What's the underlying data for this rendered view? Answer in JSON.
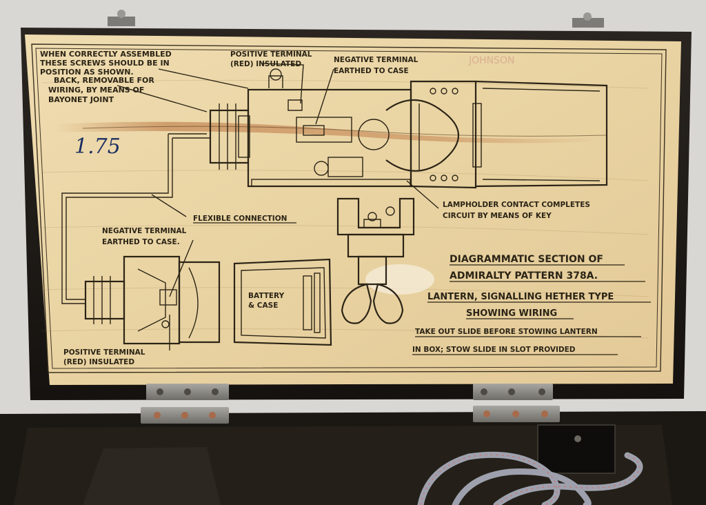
{
  "diagram": {
    "title_lines": [
      "DIAGRAMMATIC SECTION OF",
      "ADMIRALTY PATTERN 378A.",
      "LANTERN, SIGNALLING HETHER TYPE",
      "SHOWING WIRING"
    ],
    "instruction_lines": [
      "TAKE OUT SLIDE BEFORE STOWING LANTERN",
      "IN BOX; STOW SLIDE IN SLOT PROVIDED"
    ],
    "labels": {
      "screws_note": [
        "WHEN CORRECTLY ASSEMBLED",
        "THESE SCREWS SHOULD BE IN",
        "POSITION AS SHOWN."
      ],
      "back_note": [
        "BACK, REMOVABLE FOR",
        "WIRING, BY MEANS OF",
        "BAYONET JOINT"
      ],
      "positive_terminal_top": [
        "POSITIVE TERMINAL",
        "(RED) INSULATED"
      ],
      "negative_terminal_top": [
        "NEGATIVE TERMINAL",
        "EARTHED TO CASE"
      ],
      "flexible_connection": "FLEXIBLE CONNECTION",
      "lampholder_note": [
        "LAMPHOLDER CONTACT COMPLETES",
        "CIRCUIT BY MEANS OF KEY"
      ],
      "negative_terminal_bottom": [
        "NEGATIVE TERMINAL",
        "EARTHED TO CASE."
      ],
      "positive_terminal_bottom": [
        "POSITIVE TERMINAL",
        "(RED) INSULATED"
      ],
      "battery": [
        "BATTERY",
        "& CASE"
      ]
    },
    "handwritten_number": "1.75"
  },
  "colors": {
    "wood_dark": "#1e1a16",
    "panel_paper": "#ecd8ab",
    "ink": "#2b2416",
    "stain": "#b9703d",
    "hinge_metal": "#8c8a85",
    "cable": "#9ea1ad"
  }
}
